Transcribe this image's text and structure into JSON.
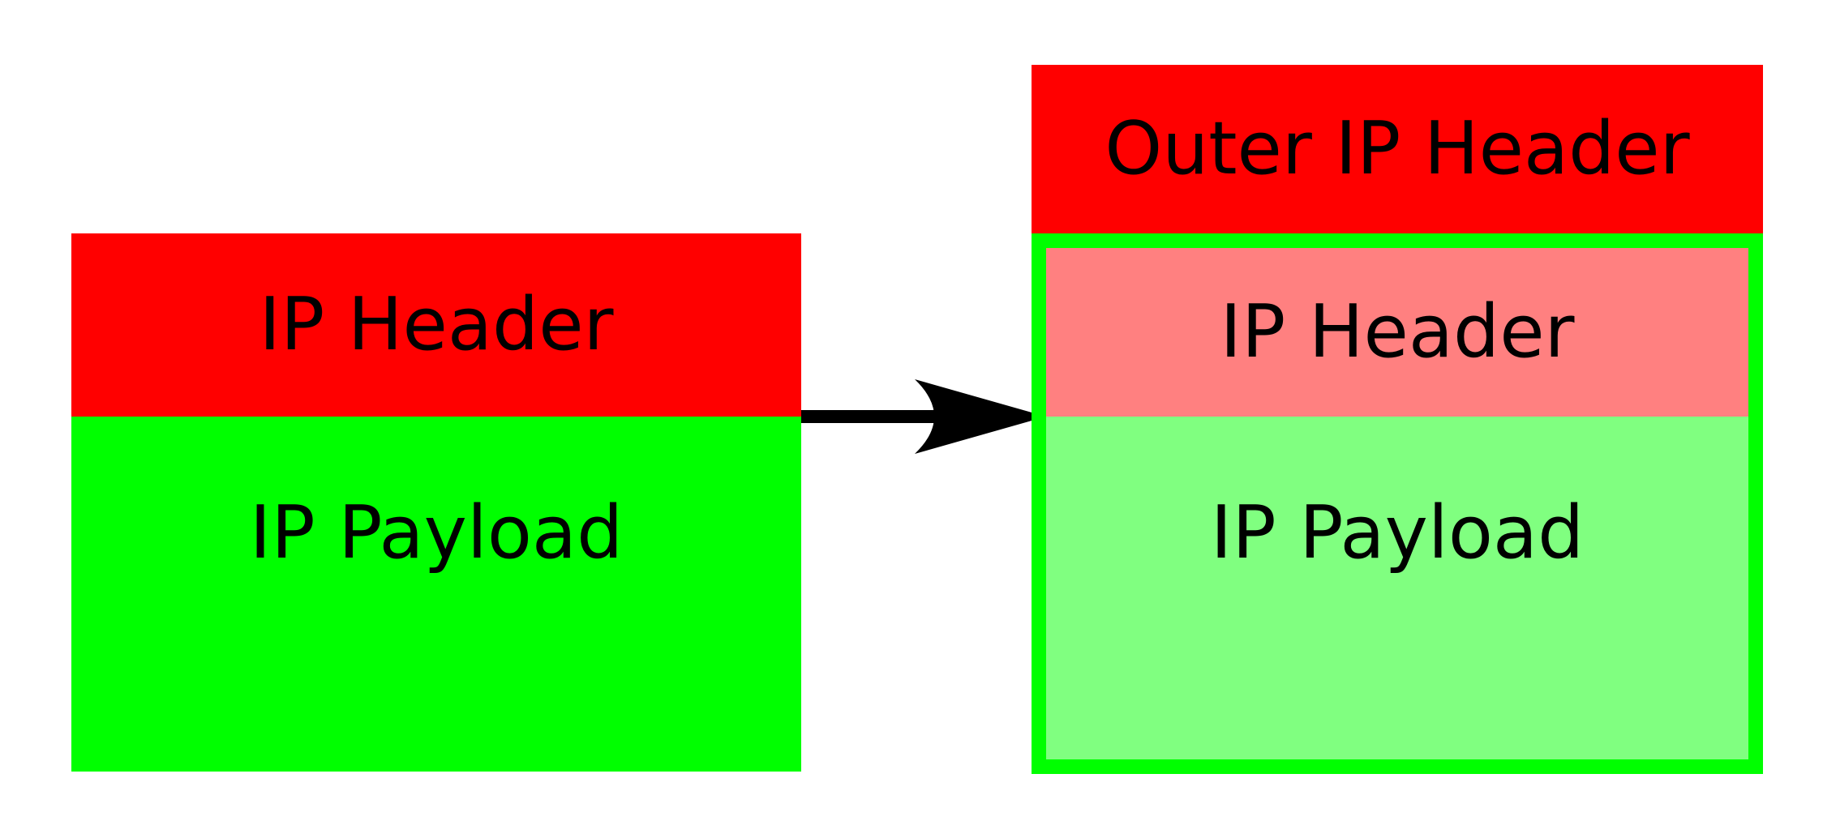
{
  "original_packet": {
    "header_label": "IP Header",
    "payload_label": "IP Payload"
  },
  "encapsulated_packet": {
    "outer_header_label": "Outer IP Header",
    "inner_header_label": "IP Header",
    "inner_payload_label": "IP Payload"
  },
  "colors": {
    "header": "#ff0000",
    "payload": "#00ff00",
    "inner_header": "#ff8080",
    "inner_payload": "#80ff80",
    "frame_border": "#00ff00",
    "arrow": "#000000"
  }
}
